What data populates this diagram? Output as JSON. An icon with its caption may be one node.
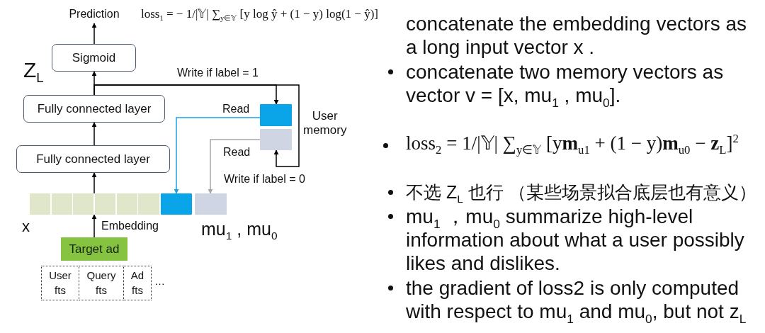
{
  "diagram": {
    "nodes": [
      {
        "text": [
          "Prediction"
        ]
      },
      {
        "text": [
          "Sigmoid"
        ]
      },
      {
        "text": [
          "Fully connected layer"
        ]
      },
      {
        "text": [],
        "shape": "box"
      },
      {
        "text": [],
        "shape": "box"
      },
      {
        "text": [
          "Fully connected layer"
        ]
      },
      {
        "text": [],
        "shape": "bar",
        "beside": [
          "x"
        ]
      },
      {
        "text": [],
        "shape": "box"
      },
      {
        "text": [],
        "shape": "box"
      },
      {
        "text": [
          "Target ad"
        ]
      },
      {
        "text": [
          "User fts"
        ]
      },
      {
        "text": [
          "Query fts"
        ]
      },
      {
        "text": [
          "Ad fts"
        ]
      }
    ],
    "edges": [
      {
        "from": 1,
        "to": 0,
        "arrow": "to"
      },
      {
        "from": 2,
        "to": 1,
        "arrow": "to"
      },
      {
        "from": 2,
        "to": 3,
        "arrow": "to",
        "label": "Write if label = 1"
      },
      {
        "from": 2,
        "to": 4,
        "arrow": "to",
        "label": "Write if label = 0"
      },
      {
        "from": 3,
        "to": 7,
        "arrow": "to",
        "label": "Read",
        "color": "#1ba1e2"
      },
      {
        "from": 4,
        "to": 8,
        "arrow": "to",
        "label": "Read",
        "color": "#a6a6a6"
      },
      {
        "from": 5,
        "to": 2,
        "arrow": "to"
      },
      {
        "from": 6,
        "to": 5,
        "arrow": "to"
      },
      {
        "from": 9,
        "to": 6,
        "arrow": "to",
        "label": "Embedding"
      }
    ],
    "labels": [
      "loss$_{1}$ = − 1/|𝕐| ∑$_{y∈𝕐}$ [y log ŷ + (1 − y) log(1 − ŷ)]",
      "Z$_{L}$",
      "User memory",
      "mu$_{1}$ , mu$_{0}$",
      "…",
      "concatenate the embedding vectors as a long input vector x .",
      "concatenate two memory vectors as vector v = [x, mu$_{1}$ , mu$_{0}$].",
      "loss$_{2}$ = 1/|𝕐| ∑$_{y∈𝕐}$ [y**m**$_{u1}$ + (1 − y)**m**$_{u0}$ − **z**$_{L}$]$^{2}$",
      "不选 Z$_{L}$ 也行 （某些场景拟合底层也有意义）",
      "mu$_{1}$ ，mu$_{0}$ summarize high-level information about what a user possibly likes and dislikes.",
      "the gradient of loss2 is only computed with respect to mu$_{1}$ and mu$_{0}$, but not z$_{L}$"
    ]
  }
}
